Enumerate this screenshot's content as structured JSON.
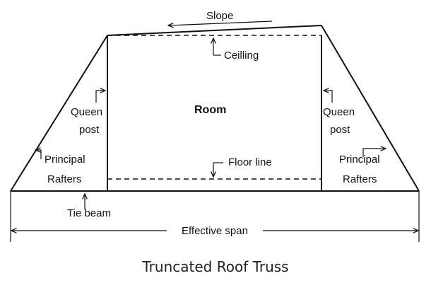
{
  "labels": {
    "slope": "Slope",
    "ceiling": "Ceilling",
    "room": "Room",
    "queen_post_left_1": "Queen",
    "queen_post_left_2": "post",
    "queen_post_right_1": "Queen",
    "queen_post_right_2": "post",
    "principal_rafters_left_1": "Principal",
    "principal_rafters_left_2": "Rafters",
    "principal_rafters_right_1": "Principal",
    "principal_rafters_right_2": "Rafters",
    "floor_line": "Floor line",
    "tie_beam": "Tie beam",
    "effective_span": "Effective span"
  },
  "caption": "Truncated Roof Truss"
}
